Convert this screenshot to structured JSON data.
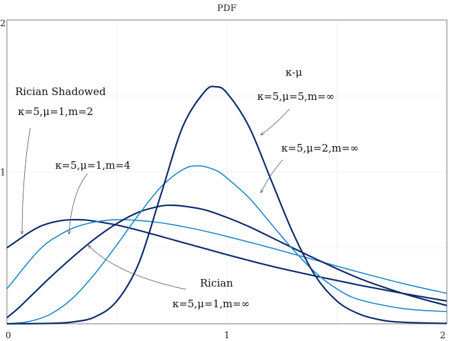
{
  "chart_data": {
    "type": "line",
    "title": "PDF",
    "xlabel": "",
    "ylabel": "",
    "xlim": [
      0,
      2
    ],
    "ylim": [
      0,
      2
    ],
    "xticks": [
      0,
      1,
      2
    ],
    "yticks": [
      1,
      2
    ],
    "grid": true,
    "series": [
      {
        "name": "κ=5,μ=1,m=2",
        "color": "#0d2b6b",
        "width": 2.2,
        "x": [
          0,
          0.05,
          0.1,
          0.15,
          0.2,
          0.25,
          0.3,
          0.35,
          0.4,
          0.5,
          0.6,
          0.7,
          0.8,
          0.9,
          1.0,
          1.2,
          1.4,
          1.6,
          1.8,
          2.0
        ],
        "y": [
          0.5,
          0.55,
          0.6,
          0.64,
          0.665,
          0.68,
          0.685,
          0.684,
          0.675,
          0.65,
          0.615,
          0.575,
          0.535,
          0.495,
          0.455,
          0.38,
          0.315,
          0.255,
          0.2,
          0.15
        ]
      },
      {
        "name": "κ=5,μ=1,m=4",
        "color": "#1a87c9",
        "width": 1.6,
        "x": [
          0,
          0.05,
          0.1,
          0.15,
          0.2,
          0.3,
          0.4,
          0.5,
          0.6,
          0.7,
          0.8,
          0.9,
          1.0,
          1.2,
          1.4,
          1.6,
          1.8,
          2.0
        ],
        "y": [
          0.23,
          0.32,
          0.41,
          0.49,
          0.55,
          0.63,
          0.67,
          0.685,
          0.68,
          0.665,
          0.64,
          0.61,
          0.575,
          0.5,
          0.42,
          0.34,
          0.265,
          0.2
        ]
      },
      {
        "name": "κ=5,μ=1,m=∞",
        "color": "#0d2b6b",
        "width": 2.2,
        "x": [
          0,
          0.05,
          0.1,
          0.15,
          0.2,
          0.3,
          0.4,
          0.5,
          0.6,
          0.7,
          0.75,
          0.8,
          0.9,
          1.0,
          1.1,
          1.2,
          1.4,
          1.6,
          1.8,
          2.0
        ],
        "y": [
          0.04,
          0.1,
          0.17,
          0.24,
          0.31,
          0.44,
          0.56,
          0.66,
          0.735,
          0.775,
          0.78,
          0.775,
          0.75,
          0.7,
          0.64,
          0.57,
          0.43,
          0.3,
          0.2,
          0.12
        ]
      },
      {
        "name": "κ=5,μ=2,m=∞",
        "color": "#1a87c9",
        "width": 1.6,
        "x": [
          0,
          0.1,
          0.2,
          0.3,
          0.4,
          0.5,
          0.6,
          0.7,
          0.8,
          0.87,
          0.95,
          1.0,
          1.1,
          1.2,
          1.3,
          1.4,
          1.5,
          1.6,
          1.8,
          2.0
        ],
        "y": [
          0.0,
          0.015,
          0.065,
          0.17,
          0.33,
          0.52,
          0.72,
          0.9,
          1.015,
          1.04,
          1.01,
          0.96,
          0.83,
          0.66,
          0.49,
          0.34,
          0.23,
          0.16,
          0.1,
          0.08
        ]
      },
      {
        "name": "κ=5,μ=5,m=∞",
        "color": "#0d2b6b",
        "width": 2.2,
        "x": [
          0,
          0.2,
          0.3,
          0.4,
          0.5,
          0.6,
          0.7,
          0.8,
          0.9,
          0.95,
          1.0,
          1.1,
          1.2,
          1.3,
          1.4,
          1.5,
          1.6,
          1.7,
          1.8,
          2.0
        ],
        "y": [
          0.0,
          0.003,
          0.012,
          0.045,
          0.15,
          0.4,
          0.85,
          1.3,
          1.53,
          1.56,
          1.52,
          1.3,
          0.95,
          0.6,
          0.32,
          0.15,
          0.065,
          0.025,
          0.01,
          0.002
        ]
      }
    ],
    "annotations": {
      "shadowed_title": "Rician Shadowed",
      "shadowed_m2": "κ=5,μ=1,m=2",
      "shadowed_m4": "κ=5,μ=1,m=4",
      "km_title": "κ-μ",
      "km_mu5": "κ=5,μ=5,m=∞",
      "km_mu2": "κ=5,μ=2,m=∞",
      "rician_title": "Rician",
      "rician_params": "κ=5,μ=1,m=∞"
    }
  }
}
